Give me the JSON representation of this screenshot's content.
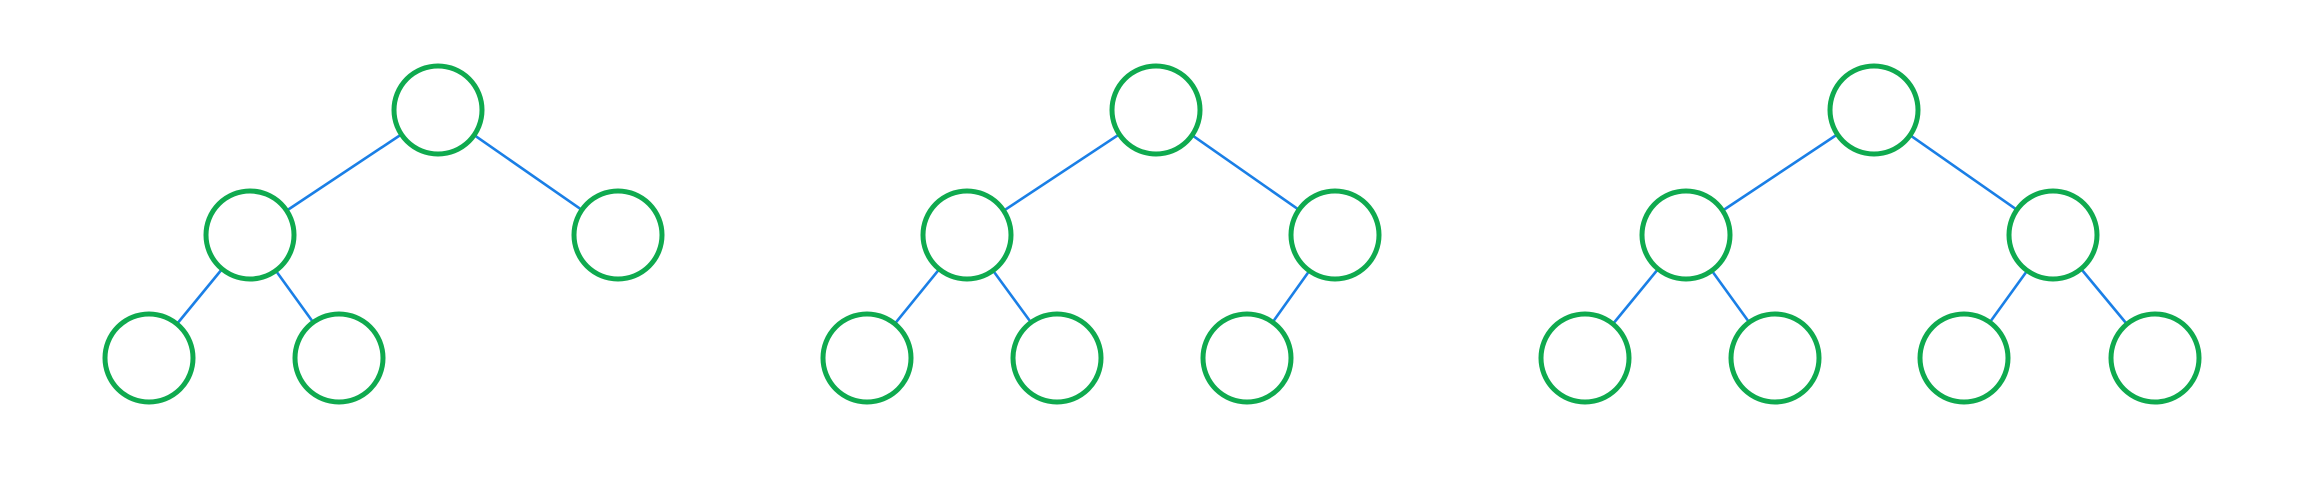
{
  "colors": {
    "node_stroke": "#0faa4f",
    "edge_stroke": "#1a7fe6",
    "background": "#ffffff"
  },
  "trees": [
    {
      "id": "tree-1",
      "nodes": [
        "root",
        "L",
        "R",
        "LL",
        "LR"
      ],
      "edges": [
        [
          "root",
          "L"
        ],
        [
          "root",
          "R"
        ],
        [
          "L",
          "LL"
        ],
        [
          "L",
          "LR"
        ]
      ]
    },
    {
      "id": "tree-2",
      "nodes": [
        "root",
        "L",
        "R",
        "LL",
        "LR",
        "RL"
      ],
      "edges": [
        [
          "root",
          "L"
        ],
        [
          "root",
          "R"
        ],
        [
          "L",
          "LL"
        ],
        [
          "L",
          "LR"
        ],
        [
          "R",
          "RL"
        ]
      ]
    },
    {
      "id": "tree-3",
      "nodes": [
        "root",
        "L",
        "R",
        "LL",
        "LR",
        "RL",
        "RR"
      ],
      "edges": [
        [
          "root",
          "L"
        ],
        [
          "root",
          "R"
        ],
        [
          "L",
          "LL"
        ],
        [
          "L",
          "LR"
        ],
        [
          "R",
          "RL"
        ],
        [
          "R",
          "RR"
        ]
      ]
    }
  ]
}
